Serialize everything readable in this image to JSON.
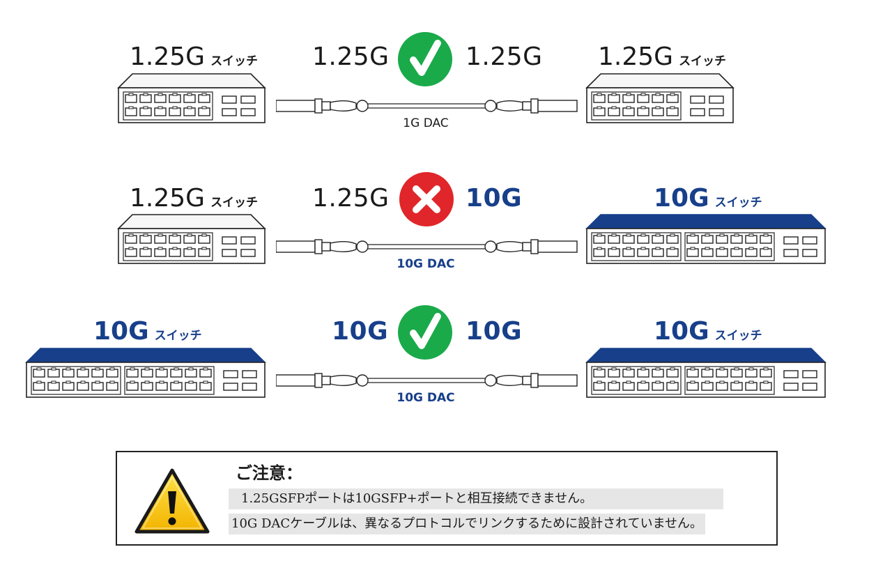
{
  "rows": [
    {
      "left_switch": {
        "speed": "1.25G",
        "label": "スイッチ"
      },
      "left_speed": "1.25G",
      "status": "compatible",
      "right_speed": "1.25G",
      "right_switch": {
        "speed": "1.25G",
        "label": "スイッチ"
      },
      "cable": "1G DAC"
    },
    {
      "left_switch": {
        "speed": "1.25G",
        "label": "スイッチ"
      },
      "left_speed": "1.25G",
      "status": "incompatible",
      "right_speed": "10G",
      "right_switch": {
        "speed": "10G",
        "label": "スイッチ"
      },
      "cable": "10G DAC"
    },
    {
      "left_switch": {
        "speed": "10G",
        "label": "スイッチ"
      },
      "left_speed": "10G",
      "status": "compatible",
      "right_speed": "10G",
      "right_switch": {
        "speed": "10G",
        "label": "スイッチ"
      },
      "cable": "10G DAC"
    }
  ],
  "note": {
    "title": "ご注意：",
    "line1": "1.25GSFPポートは10GSFP+ポートと相互接続できません。",
    "line2": "10G DACケーブルは、異なるプロトコルでリンクするために設計されていません。"
  },
  "colors": {
    "blue": "#173f8a",
    "ok": "#1aaa4a",
    "ng": "#e0262a",
    "switch_gray": "#f7f7f7"
  },
  "icons": {
    "compatible": "check-icon",
    "incompatible": "cross-icon",
    "warning": "warning-icon"
  }
}
